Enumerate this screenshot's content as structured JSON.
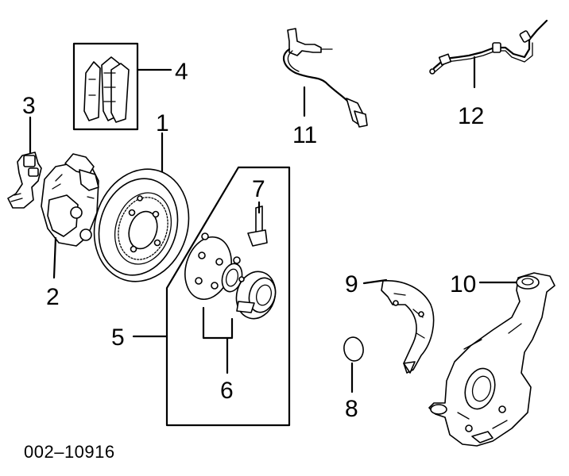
{
  "diagram_code": "002–10916",
  "callouts": {
    "c1": "1",
    "c2": "2",
    "c3": "3",
    "c4": "4",
    "c5": "5",
    "c6": "6",
    "c7": "7",
    "c8": "8",
    "c9": "9",
    "c10": "10",
    "c11": "11",
    "c12": "12"
  }
}
